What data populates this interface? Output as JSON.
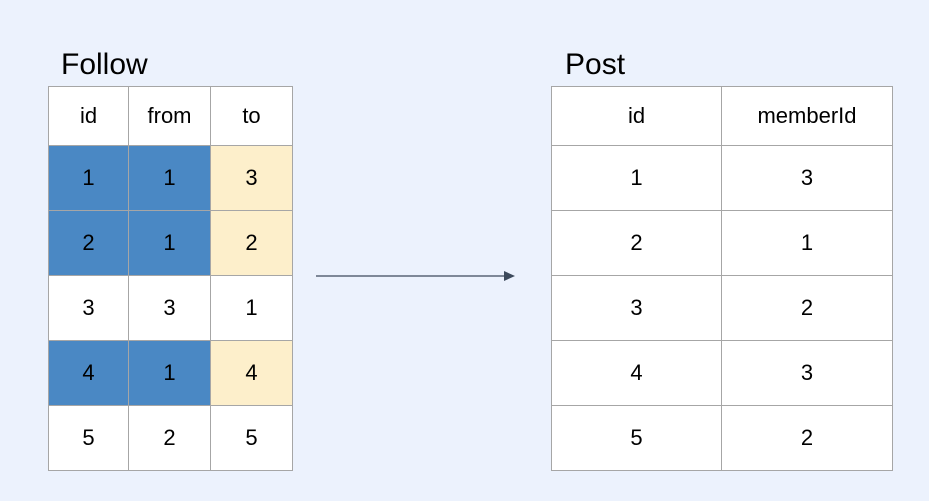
{
  "follow": {
    "title": "Follow",
    "columns": [
      "id",
      "from",
      "to"
    ],
    "rows": [
      {
        "id": "1",
        "from": "1",
        "to": "3",
        "highlight": true
      },
      {
        "id": "2",
        "from": "1",
        "to": "2",
        "highlight": true
      },
      {
        "id": "3",
        "from": "3",
        "to": "1",
        "highlight": false
      },
      {
        "id": "4",
        "from": "1",
        "to": "4",
        "highlight": true
      },
      {
        "id": "5",
        "from": "2",
        "to": "5",
        "highlight": false
      }
    ]
  },
  "post": {
    "title": "Post",
    "columns": [
      "id",
      "memberId"
    ],
    "rows": [
      {
        "id": "1",
        "memberId": "3"
      },
      {
        "id": "2",
        "memberId": "1"
      },
      {
        "id": "3",
        "memberId": "2"
      },
      {
        "id": "4",
        "memberId": "3"
      },
      {
        "id": "5",
        "memberId": "2"
      }
    ]
  },
  "colors": {
    "background": "#ecf2fd",
    "highlight_id_from": "#4a88c4",
    "highlight_to": "#fdefcb",
    "border": "#a6a6a6",
    "arrow": "#3d4a5c"
  }
}
